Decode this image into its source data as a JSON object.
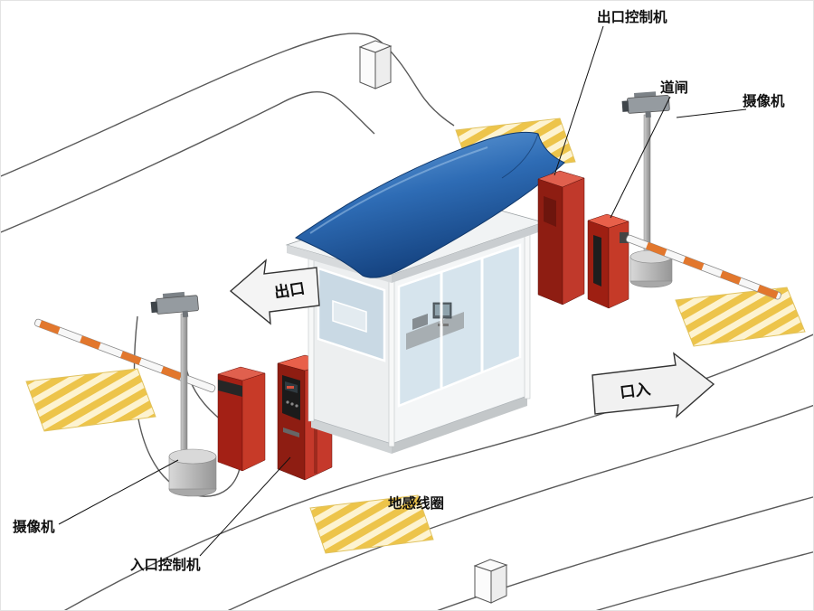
{
  "diagram": {
    "labels": {
      "exit_controller": "出口控制机",
      "barrier_gate": "道闸",
      "camera_right": "摄像机",
      "camera_left": "摄像机",
      "entry_controller": "入口控制机",
      "ground_loop": "地感线圈"
    },
    "signs": {
      "exit": "出口",
      "entry": "口入"
    },
    "colors": {
      "machine_red_front": "#8e1d12",
      "machine_red_side": "#c23a28",
      "machine_red_top": "#e0604e",
      "canopy_blue_light": "#74abe2",
      "canopy_blue_dark": "#123e7a",
      "hatch_yellow": "#edc44a",
      "hatch_base": "#fdf3d0",
      "road_line": "#595959",
      "barrier_stripe": "#e2772d"
    }
  }
}
